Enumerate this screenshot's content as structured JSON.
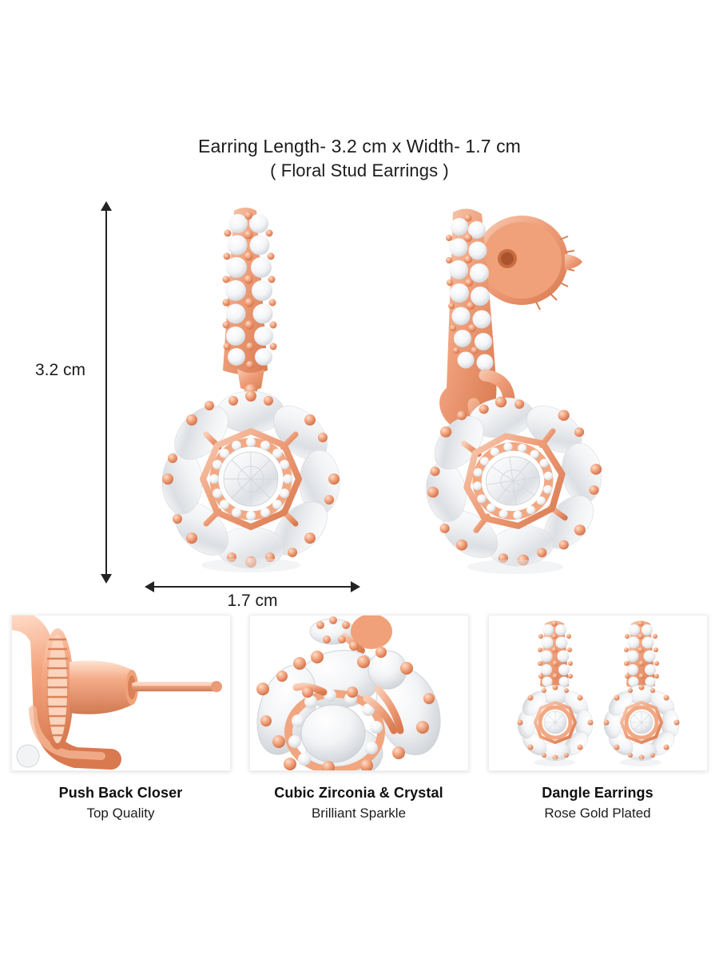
{
  "header": {
    "title_line1": "Earring Length- 3.2 cm x Width- 1.7 cm",
    "title_line2": "( Floral Stud Earrings )"
  },
  "dimensions": {
    "height_label": "3.2 cm",
    "width_label": "1.7 cm",
    "height_value": 3.2,
    "width_value": 1.7,
    "unit": "cm"
  },
  "hero": {
    "left_earring_name": "floral-stud-earring-front-view",
    "right_earring_name": "floral-stud-earring-angled-view-with-push-back"
  },
  "panels": [
    {
      "id": "push-back-closer",
      "image_name": "push-back-closure-macro",
      "title": "Push Back Closer",
      "subtitle": "Top Quality"
    },
    {
      "id": "cubic-zirconia-crystal",
      "image_name": "cubic-zirconia-cluster-macro",
      "title": "Cubic Zirconia & Crystal",
      "subtitle": "Brilliant Sparkle"
    },
    {
      "id": "dangle-earrings",
      "image_name": "dangle-earrings-pair",
      "title": "Dangle Earrings",
      "subtitle": "Rose Gold Plated"
    }
  ],
  "colors": {
    "background": "#ffffff",
    "text": "#1c1c1c",
    "arrow": "#232323",
    "rose_gold": "#ec9a77",
    "rose_gold_light": "#f7c3ab",
    "rose_gold_dark": "#d97950",
    "crystal": "#fbfbfc",
    "crystal_shadow": "#cfd2d6"
  }
}
